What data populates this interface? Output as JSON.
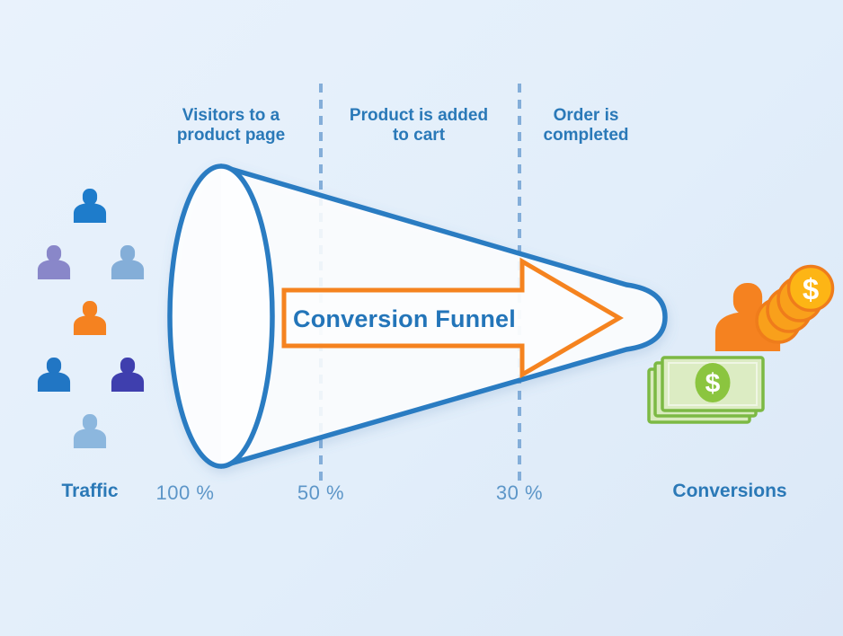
{
  "diagram": {
    "title": "Conversion Funnel",
    "type": "funnel",
    "stages": [
      {
        "name": "Visitors to a product page",
        "lines": [
          "Visitors to a",
          "product page"
        ],
        "percent": "100 %"
      },
      {
        "name": "Product is added to cart",
        "lines": [
          "Product is added",
          "to cart"
        ],
        "percent": "50 %"
      },
      {
        "name": "Order is completed",
        "lines": [
          "Order is",
          "completed"
        ],
        "percent": "30 %"
      }
    ],
    "input_label": "Traffic",
    "output_label": "Conversions"
  },
  "money": {
    "currency_symbol": "$"
  },
  "traffic_people": [
    {
      "color": "#1e7ccb"
    },
    {
      "color": "#8987c9"
    },
    {
      "color": "#84aed8"
    },
    {
      "color": "#f58220"
    },
    {
      "color": "#2176c4"
    },
    {
      "color": "#3f3fae"
    },
    {
      "color": "#8cb7de"
    }
  ],
  "conversion_person": {
    "color": "#f58220"
  },
  "colors": {
    "background": "#e3eefb",
    "funnel_stroke": "#2a7cc2",
    "arrow_orange": "#f5831f",
    "heading_blue": "#2a79b8",
    "percent_blue": "#5d96c8",
    "dash_blue": "#84aed9",
    "coin_gold": "#fbab1a",
    "coin_edge": "#ef7c1b",
    "bill_fill": "#d9ebbe",
    "bill_edge": "#7cb944",
    "bill_emblem": "#8bc53f"
  },
  "icons": {
    "traffic": "user-icon",
    "conversions": [
      "user-icon",
      "coin-stack-icon",
      "banknote-stack-icon"
    ],
    "funnel": "funnel-cone-icon",
    "arrow": "arrow-right-icon"
  }
}
